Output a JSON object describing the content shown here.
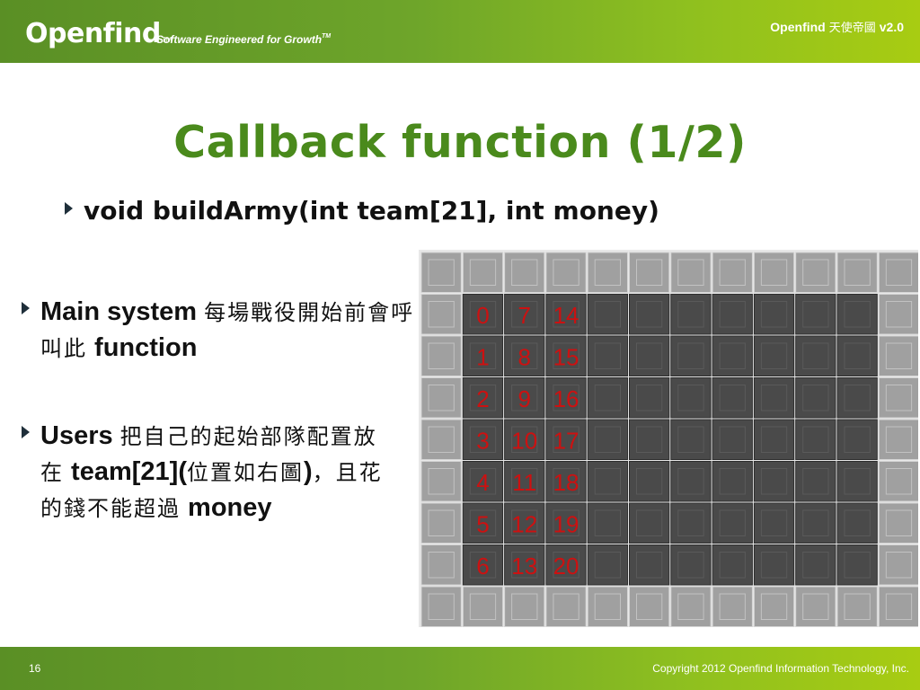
{
  "header": {
    "logo_text": "Openfind",
    "logo_tm": "TM",
    "tagline": "Software Engineered for Growth",
    "tagline_tm": "TM",
    "brand": "Openfind",
    "product": "天使帝國",
    "version": "v2.0"
  },
  "slide": {
    "title": "Callback function (1/2)",
    "signature": "void buildArmy(int team[21], int money)",
    "bullet1_a": "Main system ",
    "bullet1_b": "每場戰役開始前會呼叫此",
    "bullet1_c": " function",
    "bullet2_a": "Users ",
    "bullet2_b": "把自己的起始部隊配置放在",
    "bullet2_c": " team[21](",
    "bullet2_d": "位置如右圖",
    "bullet2_e": ")",
    "bullet2_f": "，且花的錢不能超過",
    "bullet2_g": " money"
  },
  "grid": {
    "columns": 12,
    "rows": 9,
    "number_color": "#cc1111",
    "border_tile_color": "#a0a0a0",
    "field_tile_color": "#4a4a4a",
    "positions": [
      [
        "0",
        "7",
        "14"
      ],
      [
        "1",
        "8",
        "15"
      ],
      [
        "2",
        "9",
        "16"
      ],
      [
        "3",
        "10",
        "17"
      ],
      [
        "4",
        "11",
        "18"
      ],
      [
        "5",
        "12",
        "19"
      ],
      [
        "6",
        "13",
        "20"
      ]
    ]
  },
  "footer": {
    "page": "16",
    "copyright": "Copyright 2012 Openfind Information Technology, Inc."
  },
  "colors": {
    "accent_green": "#4a8a1c",
    "bar_green_start": "#5a8f25",
    "bar_green_end": "#a8cc12"
  }
}
